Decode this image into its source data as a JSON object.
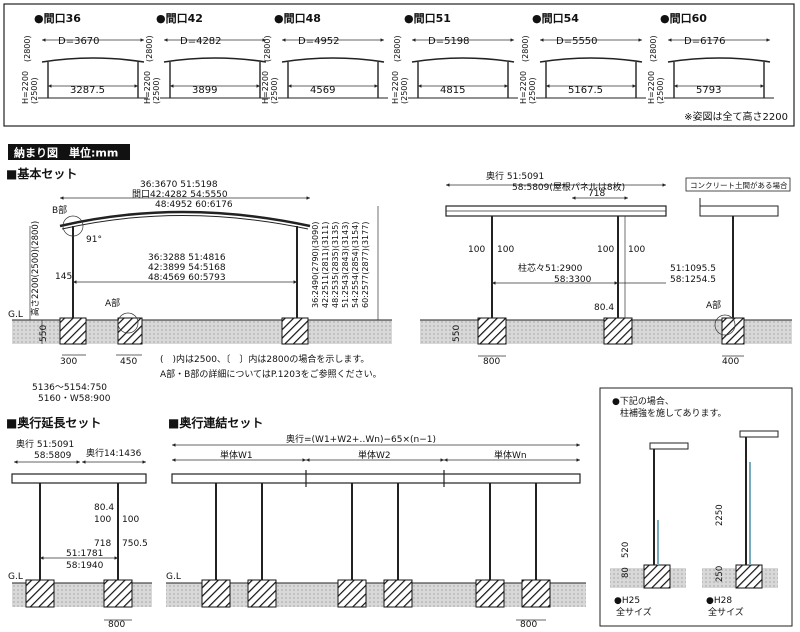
{
  "top": {
    "variants": [
      {
        "title": "●間口36",
        "d": "D=3670",
        "inner": "3287.5"
      },
      {
        "title": "●間口42",
        "d": "D=4282",
        "inner": "3899"
      },
      {
        "title": "●間口48",
        "d": "D=4952",
        "inner": "4569"
      },
      {
        "title": "●間口51",
        "d": "D=5198",
        "inner": "4815"
      },
      {
        "title": "●間口54",
        "d": "D=5550",
        "inner": "5167.5"
      },
      {
        "title": "●間口60",
        "d": "D=6176",
        "inner": "5793"
      }
    ],
    "h_label": "H=2200",
    "h_alt1": "(2500)",
    "h_alt2": "(2800)",
    "note": "※姿図は全て高さ2200"
  },
  "header": {
    "title": "納まり図　単位:mm"
  },
  "basic": {
    "title": "■基本セット",
    "bpart": "B部",
    "apart": "A部",
    "angle": "91°",
    "top_dim": [
      "36:3670  51:5198",
      "間口42:4282  54:5550",
      "48:4952  60:6176"
    ],
    "mid_dim": [
      "36:3288  51:4816",
      "42:3899  54:5168",
      "48:4569  60:5793"
    ],
    "h145": "145",
    "height_left": "高さ2200(2500)(2800)",
    "right_dims": [
      "36:2490(2790)(3090)",
      "42:2511(2811)(3111)",
      "48:2535(2835)(3135)",
      "51:2543(2843)(3143)",
      "54:2554(2854)(3154)",
      "60:2577(2877)(3177)"
    ],
    "gl": "G.L",
    "d550": "550",
    "d300": "300",
    "d450": "450",
    "notes": [
      "(　)内は2500、〔　〕内は2800の場合を示します。",
      "A部・B部の詳細についてはP.1203をご参照ください。"
    ],
    "bottom": [
      "5136～5154:750",
      "5160・W58:900"
    ]
  },
  "side": {
    "depth": [
      "奥行 51:5091",
      "58:5809(屋根パネルは8枚)"
    ],
    "d718": "718",
    "concrete": "コンクリート土間がある場合",
    "d100a": "100",
    "d100b": "100",
    "d100c": "100",
    "d100d": "100",
    "pitch": "柱芯々51:2900",
    "pitch2": "58:3300",
    "rdim": [
      "51:1095.5",
      "58:1254.5"
    ],
    "d804": "80.4",
    "d550": "550",
    "d800": "800",
    "d400": "400",
    "apart": "A部"
  },
  "ext": {
    "title": "■奥行延長セット",
    "depth": [
      "奥行 51:5091",
      "58:5809"
    ],
    "depth2": "奥行14:1436",
    "d804": "80.4",
    "d100a": "100",
    "d100b": "100",
    "d718": "718",
    "d7505": "750.5",
    "bot": [
      "51:1781",
      "58:1940"
    ],
    "gl": "G.L",
    "d800": "800"
  },
  "conn": {
    "title": "■奥行連結セット",
    "formula": "奥行=(W1+W2+‥Wn)−65×(n−1)",
    "w1": "単体W1",
    "w2": "単体W2",
    "wn": "単体Wn",
    "gl": "G.L",
    "d800": "800"
  },
  "box": {
    "lines": [
      "●下記の場合、",
      "柱補強を施してあります。"
    ],
    "h25": "●H25",
    "h25s": "全サイズ",
    "h28": "●H28",
    "h28s": "全サイズ",
    "d520": "520",
    "d80": "80",
    "d2250": "2250",
    "d250": "250"
  }
}
